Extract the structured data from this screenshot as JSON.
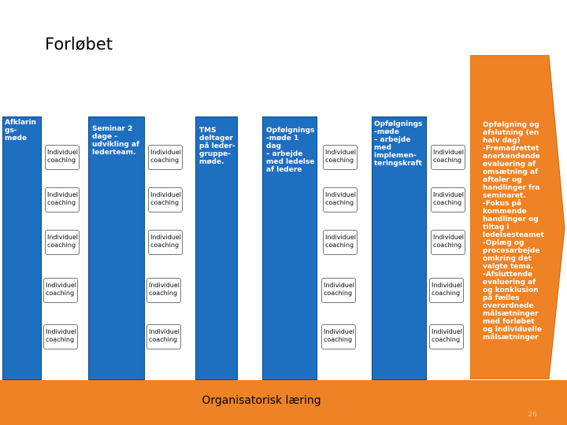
{
  "title": "Forløbet",
  "phases": [
    {
      "id": "p1",
      "text": "Afklarin\ngs-\nmøde"
    },
    {
      "id": "p2",
      "text": "Seminar 2\ndage -\nudvikling af\nlederteam."
    },
    {
      "id": "p3",
      "text": "TMS\ndeltager\npå leder-\ngruppe-\nmøde."
    },
    {
      "id": "p4",
      "text": "Opfølgnings\n-møde 1 dag\n– arbejde\nmed ledelse\naf ledere"
    },
    {
      "id": "p5",
      "text": "Opfølgnings\n-møde\n– arbejde\nmed\nimplemen-\nteringskraft"
    }
  ],
  "final_phase_text": "Opfølgning og afslutning (en halv dag)\n-Fremadrettet anerkendende evaluering af omsætning af aftaler og handlinger fra seminaret.\n-Fokus på kommende handlinger og tiltag i ledelsesteamet\n-Oplæg og procesarbejde omkring det valgte tema.\n-Afsluttende evaluering af og konklusion på fælles overordnede målsætninger med forløbet og individuelle målsætninger",
  "coaching_rows": [
    [
      "Individuel\ncoaching",
      "Individuel\ncoaching",
      "Individuel\ncoaching",
      "Individuel\ncoaching"
    ],
    [
      "Individuel\ncoaching",
      "Individuel\ncoaching",
      "Individuel\ncoaching",
      "Individuel\ncoaching"
    ],
    [
      "Individuel\ncoaching",
      "Individuel\ncoaching",
      "Individuel\ncoaching",
      "Individuel\ncoaching"
    ],
    [
      "Individuel\ncoaching",
      "Individuel\ncoaching",
      "Individuel\ncoaching",
      "Individuel\ncoaching"
    ],
    [
      "Individuel\ncoaching",
      "Individuel\ncoaching",
      "Individuel\ncoaching",
      "Individuel\ncoaching"
    ]
  ],
  "bottom_label": "Organisatorisk læring",
  "page_number": "26",
  "colors": {
    "phase_blue": "#1f6fc0",
    "bottom_orange": "#ee8224",
    "arrow_orange": "#ee8224"
  }
}
